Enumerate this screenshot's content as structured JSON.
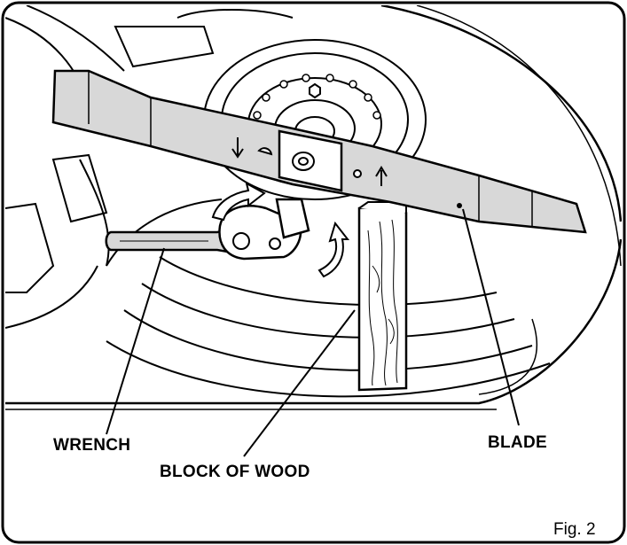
{
  "labels": {
    "wrench": "WRENCH",
    "block_of_wood": "BLOCK OF WOOD",
    "blade": "BLADE"
  },
  "figure_number": "Fig. 2"
}
